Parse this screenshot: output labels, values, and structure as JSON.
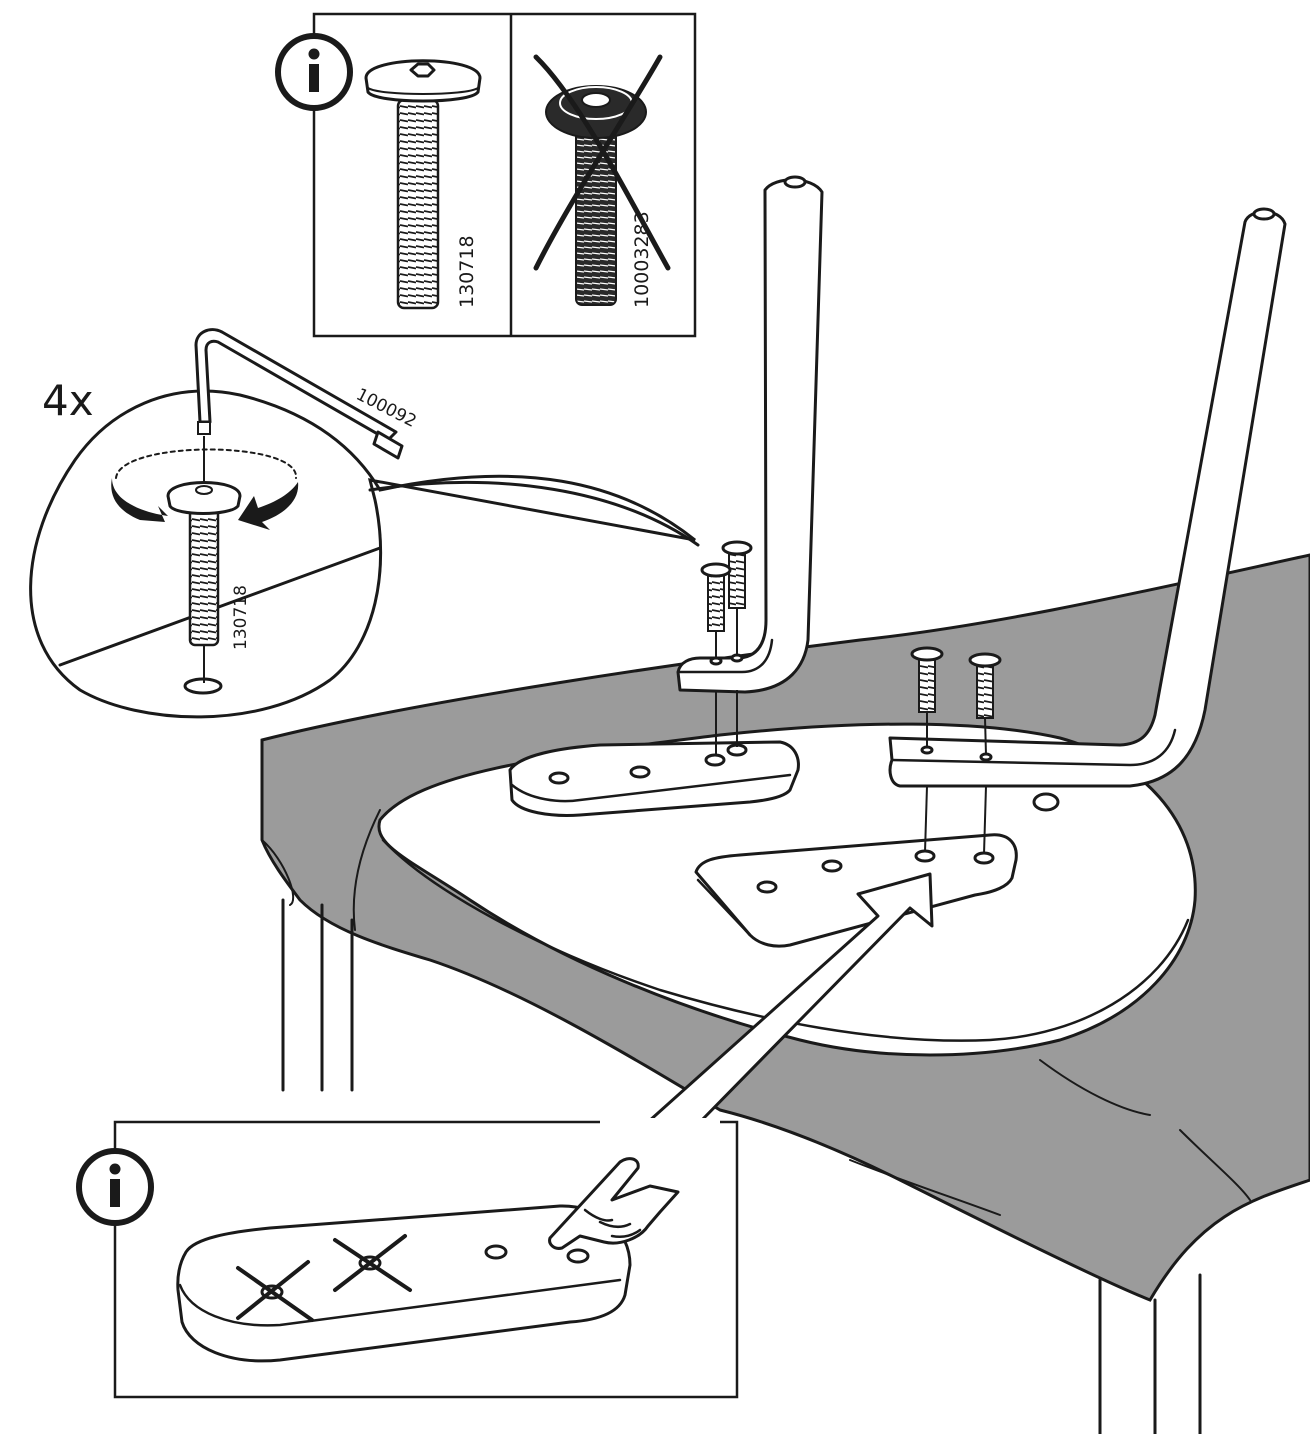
{
  "screw_ok": {
    "part_number": "130718"
  },
  "screw_wrong": {
    "part_number": "10003283"
  },
  "allen_key": {
    "part_number": "100092"
  },
  "detail": {
    "quantity": "4x",
    "screw_part_number": "130718"
  },
  "colors": {
    "line": "#1a1a1a",
    "table_cloth": "#9b9b9b",
    "paper": "#ffffff",
    "cross": "#1a1a1a"
  },
  "icons": {
    "info": "info-icon",
    "hand": "pointing-hand-icon",
    "rotate": "rotate-arrows-icon"
  }
}
